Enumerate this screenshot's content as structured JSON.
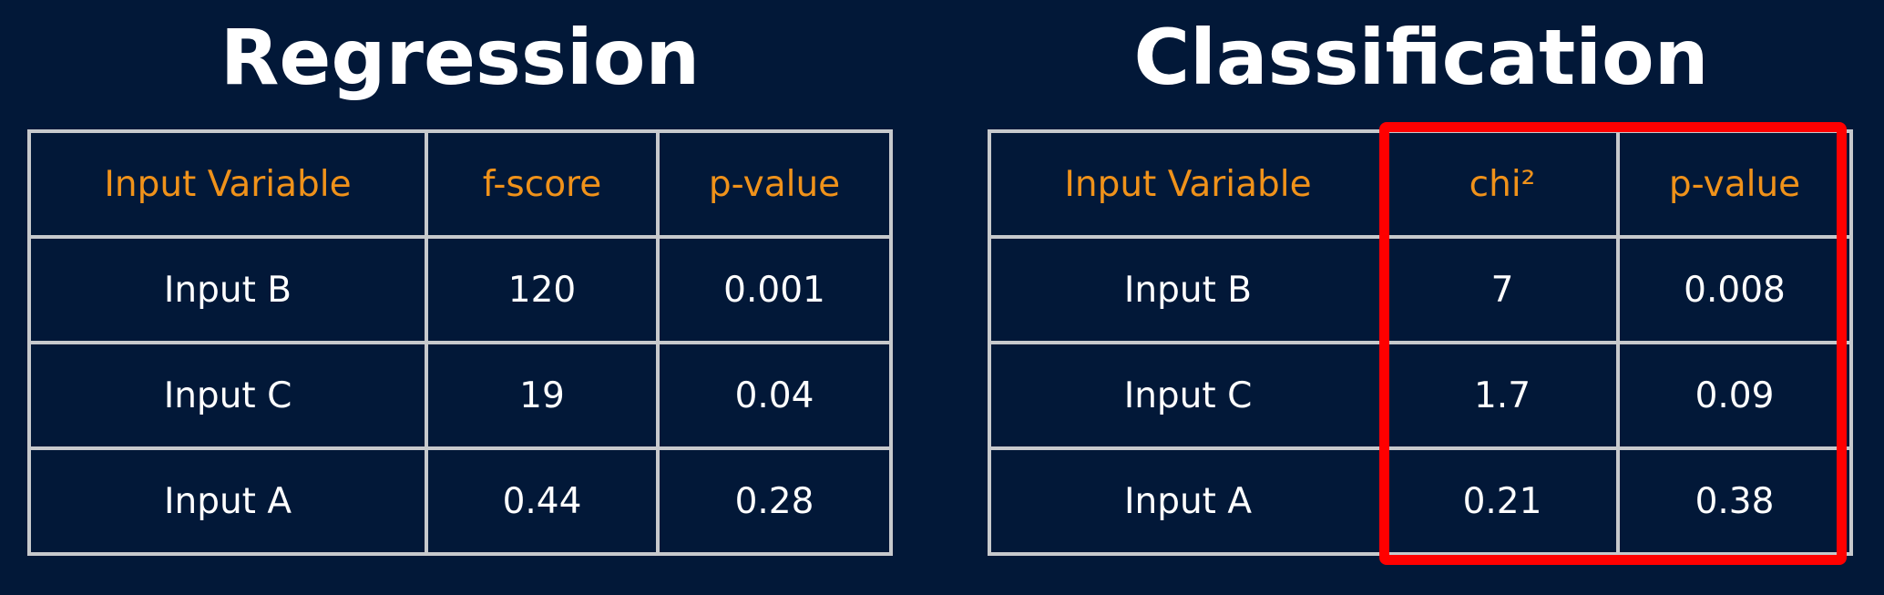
{
  "regression": {
    "title": "Regression",
    "headers": [
      "Input Variable",
      "f-score",
      "p-value"
    ],
    "rows": [
      [
        "Input B",
        "120",
        "0.001"
      ],
      [
        "Input C",
        "19",
        "0.04"
      ],
      [
        "Input A",
        "0.44",
        "0.28"
      ]
    ]
  },
  "classification": {
    "title": "Classification",
    "headers": [
      "Input Variable",
      "chi²",
      "p-value"
    ],
    "rows": [
      [
        "Input B",
        "7",
        "0.008"
      ],
      [
        "Input C",
        "1.7",
        "0.09"
      ],
      [
        "Input A",
        "0.21",
        "0.38"
      ]
    ]
  },
  "colors": {
    "background": "#021838",
    "header_text": "#f0921a",
    "cell_text": "#ffffff",
    "grid": "#c7c9cc",
    "highlight": "#ff0000"
  }
}
